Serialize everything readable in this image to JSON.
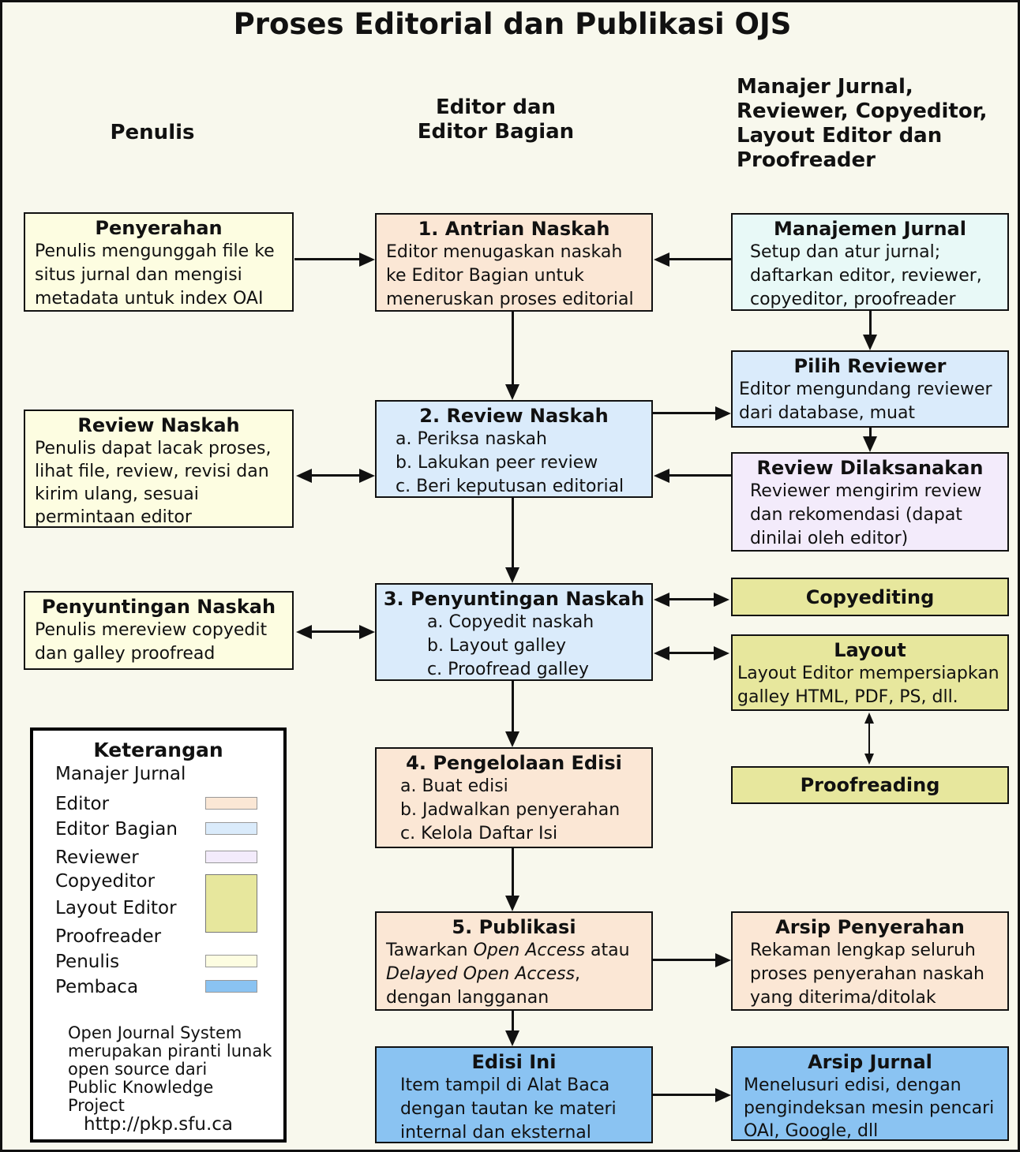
{
  "title": "Proses Editorial dan Publikasi OJS",
  "column_headers": {
    "penulis": "Penulis",
    "editor": "Editor dan\nEditor Bagian",
    "manajer": "Manajer Jurnal,\nReviewer, Copyeditor,\nLayout Editor dan\nProofreader"
  },
  "colors": {
    "page_bg": "#F8F8ED",
    "line": "#111111",
    "role_editor": "#FBE7D5",
    "role_editor_bagian": "#DAEBFB",
    "role_manajer_jurnal": "#E8F9F7",
    "role_reviewer": "#F3EBFB",
    "role_copyeditor_layout_proofreader": "#E7E79D",
    "role_penulis": "#FDFDE1",
    "role_pembaca": "#8AC3F2",
    "legend_bg": "#FFFFFF"
  },
  "boxes": {
    "penyerahan": {
      "title": "Penyerahan",
      "body": "Penulis mengunggah file ke\nsitus jurnal dan mengisi\nmetadata untuk index OAI"
    },
    "antrian_naskah": {
      "title": "1. Antrian Naskah",
      "body": "Editor menugaskan naskah\nke Editor Bagian untuk\nmeneruskan proses editorial"
    },
    "manajemen_jurnal": {
      "title": "Manajemen Jurnal",
      "body": "Setup dan atur jurnal;\ndaftarkan editor, reviewer,\ncopyeditor, proofreader"
    },
    "pilih_reviewer": {
      "title": "Pilih Reviewer",
      "body": "Editor mengundang reviewer\ndari database, muat"
    },
    "review_naskah_penulis": {
      "title": "Review Naskah",
      "body": "Penulis dapat lacak proses,\nlihat file, review, revisi dan\nkirim ulang, sesuai\npermintaan editor"
    },
    "review_naskah": {
      "title": "2. Review Naskah",
      "items": [
        "a. Periksa naskah",
        "b. Lakukan peer review",
        "c. Beri keputusan editorial"
      ]
    },
    "review_dilaksanakan": {
      "title": "Review Dilaksanakan",
      "body": "Reviewer mengirim review\ndan rekomendasi (dapat\ndinilai oleh editor)"
    },
    "penyuntingan_naskah_penulis": {
      "title": "Penyuntingan Naskah",
      "body": "Penulis mereview copyedit\ndan galley proofread"
    },
    "penyuntingan_naskah": {
      "title": "3. Penyuntingan Naskah",
      "items": [
        "a. Copyedit naskah",
        "b. Layout galley",
        "c. Proofread galley"
      ]
    },
    "copyediting": {
      "title": "Copyediting"
    },
    "layout": {
      "title": "Layout",
      "body": "Layout Editor mempersiapkan\ngalley HTML, PDF, PS, dll."
    },
    "proofreading": {
      "title": "Proofreading"
    },
    "pengelolaan_edisi": {
      "title": "4. Pengelolaan Edisi",
      "items": [
        "a. Buat edisi",
        "b. Jadwalkan penyerahan",
        "c. Kelola Daftar Isi"
      ]
    },
    "publikasi": {
      "title": "5. Publikasi",
      "body_parts": {
        "t1": "Tawarkan ",
        "i1": "Open Access",
        "t2": " atau\n",
        "i2": "Delayed Open Access",
        "t3": ",\ndengan langganan"
      }
    },
    "arsip_penyerahan": {
      "title": "Arsip Penyerahan",
      "body": "Rekaman lengkap seluruh\nproses penyerahan naskah\nyang diterima/ditolak"
    },
    "edisi_ini": {
      "title": "Edisi Ini",
      "body": "Item tampil di Alat Baca\ndengan tautan ke materi\ninternal dan eksternal"
    },
    "arsip_jurnal": {
      "title": "Arsip Jurnal",
      "body": "Menelusuri edisi, dengan\npengindeksan mesin pencari\nOAI, Google, dll"
    }
  },
  "legend": {
    "title": "Keterangan",
    "rows": [
      {
        "label": "Manajer Jurnal",
        "color": null
      },
      {
        "label": "Editor",
        "color": "#FBE7D5"
      },
      {
        "label": "Editor Bagian",
        "color": "#DAEBFB"
      },
      {
        "label": "Reviewer",
        "color": "#F3EBFB"
      },
      {
        "label": "Copyeditor",
        "color": "#E7E79D"
      },
      {
        "label": "Layout Editor",
        "color": "#E7E79D"
      },
      {
        "label": "Proofreader",
        "color": "#E7E79D"
      },
      {
        "label": "Penulis",
        "color": "#FDFDE1"
      },
      {
        "label": "Pembaca",
        "color": "#8AC3F2"
      }
    ],
    "note": "Open Journal System\nmerupakan piranti lunak\nopen source dari\nPublic Knowledge Project",
    "url": "http://pkp.sfu.ca"
  }
}
